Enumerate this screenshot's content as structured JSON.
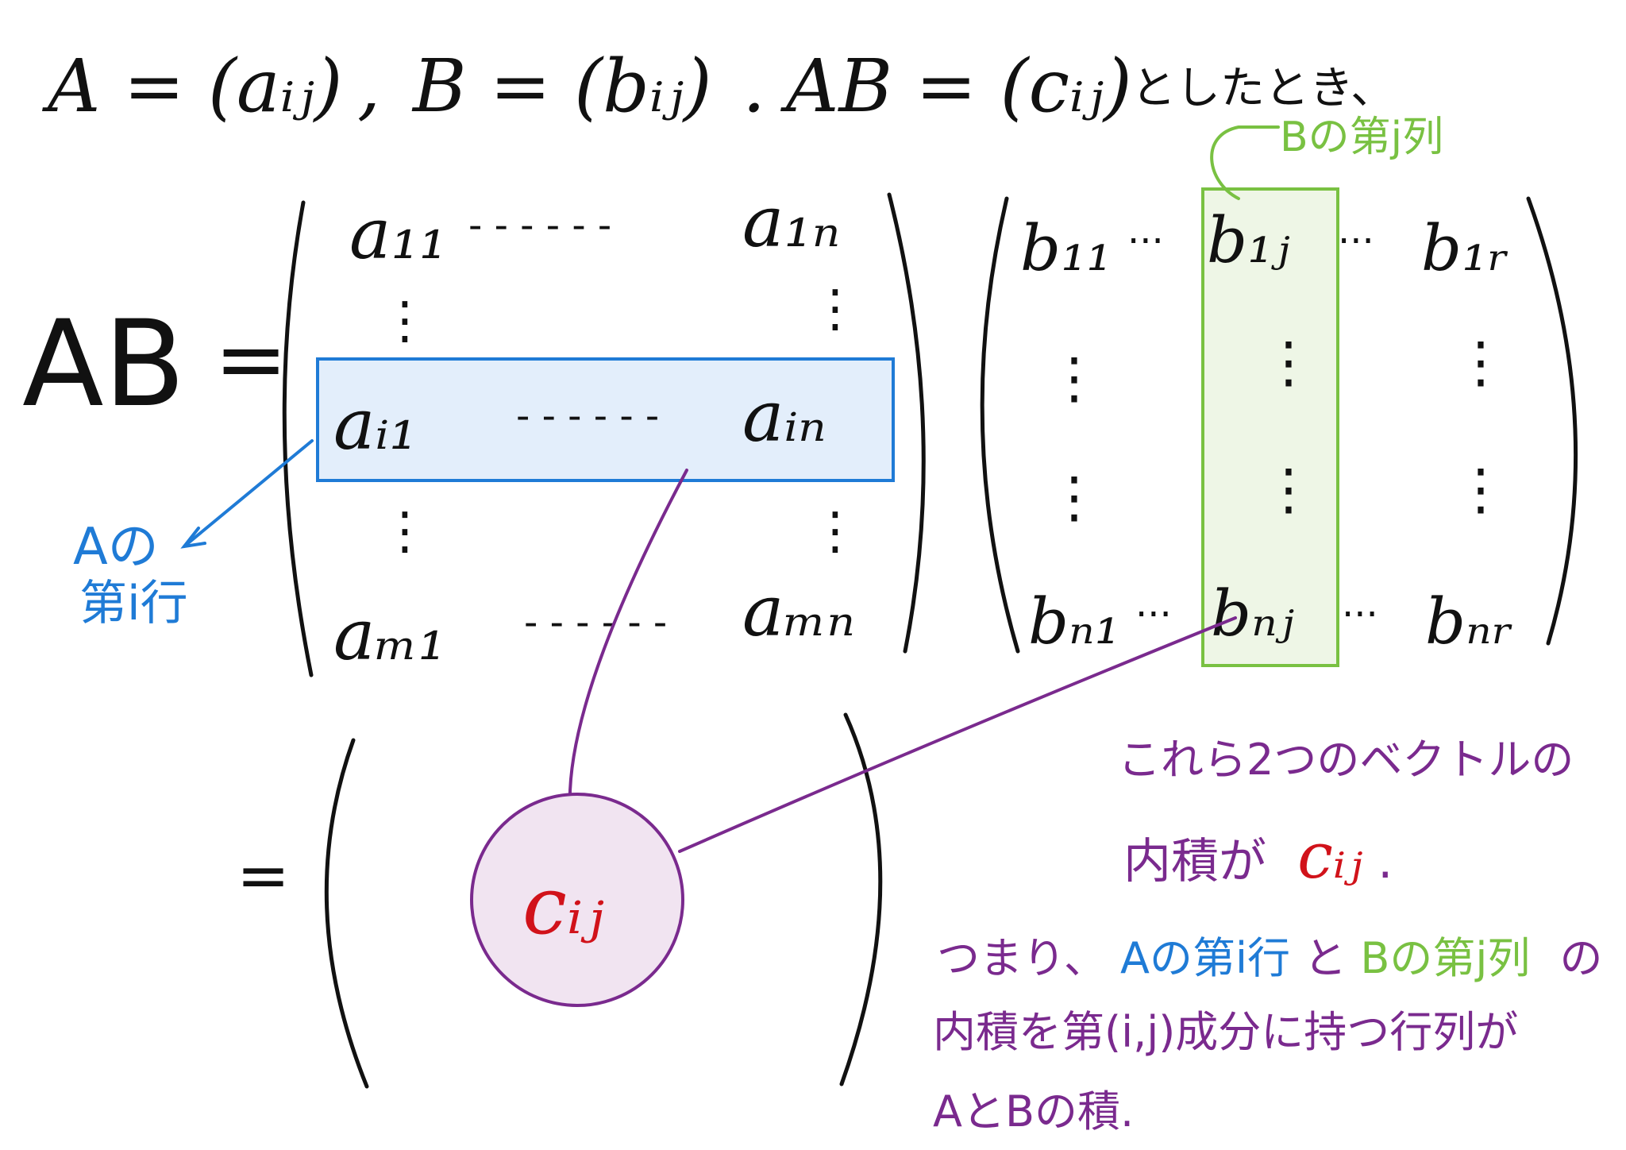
{
  "colors": {
    "ink": "#111111",
    "blue": "#1f7bd6",
    "blue_fill": "#e3eefb",
    "green": "#79c142",
    "green_fill": "#eef6e6",
    "purple": "#7a2a8e",
    "purple_fill": "#f1e4f1",
    "red": "#d1121a"
  },
  "header": {
    "a_def": "A = (aᵢⱼ)",
    "sep1": ",",
    "b_def": "B = (bᵢⱼ)",
    "sep2": ".",
    "ab_def": "AB = (cᵢⱼ)",
    "suffix": "としたとき、"
  },
  "lhs": {
    "label": "AB",
    "equals": "=",
    "equals2": "="
  },
  "matrix_a": {
    "top_left": "a₁₁",
    "top_right": "a₁ₙ",
    "mid_left": "aᵢ₁",
    "mid_right": "aᵢₙ",
    "bot_left": "aₘ₁",
    "bot_right": "aₘₙ",
    "dots_h": "- - - - - -",
    "dots_v": "⋮"
  },
  "matrix_b": {
    "top_left": "b₁₁",
    "top_mid": "b₁ⱼ",
    "top_right": "b₁ᵣ",
    "bot_left": "bₙ₁",
    "bot_mid": "bₙⱼ",
    "bot_right": "bₙᵣ",
    "dots_h": "···",
    "dots_v": "⋮"
  },
  "labels": {
    "a_row_line1": "Aの",
    "a_row_line2": "第i行",
    "b_col": "Bの第j列",
    "result": "cᵢⱼ"
  },
  "notes": {
    "line1": "これら2つのベクトルの",
    "line2_prefix": "内積が",
    "line2_term": "cᵢⱼ",
    "line2_suffix": ".",
    "sum1_prefix": "つまり、",
    "sum1_a": "Aの第i行",
    "sum1_to": "と",
    "sum1_b": "Bの第j列",
    "sum1_suffix": "の",
    "sum2": "内積を第(i,j)成分に持つ行列が",
    "sum3": "AとBの積."
  }
}
